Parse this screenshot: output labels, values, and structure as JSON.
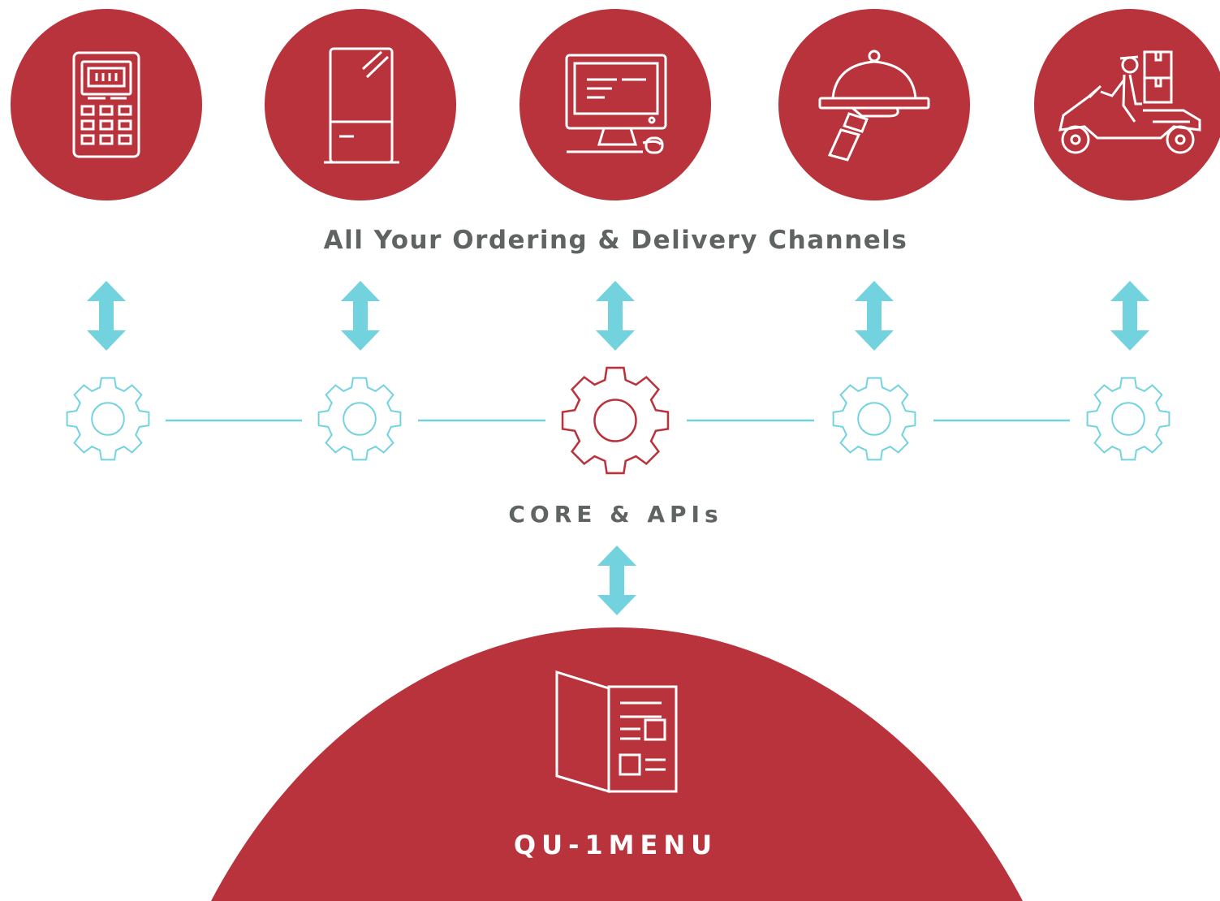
{
  "colors": {
    "primary_red": "#b9333c",
    "accent_cyan": "#72d3df",
    "text_gray": "#5f6362",
    "white": "#ffffff"
  },
  "channels": {
    "title": "All Your Ordering & Delivery Channels",
    "items": [
      {
        "icon": "pos-terminal-icon"
      },
      {
        "icon": "kiosk-icon"
      },
      {
        "icon": "desktop-computer-icon"
      },
      {
        "icon": "serving-tray-icon"
      },
      {
        "icon": "delivery-scooter-icon"
      }
    ]
  },
  "core": {
    "title": "CORE & APIs"
  },
  "menu": {
    "title": "QU-1MENU",
    "icon": "menu-booklet-icon"
  }
}
